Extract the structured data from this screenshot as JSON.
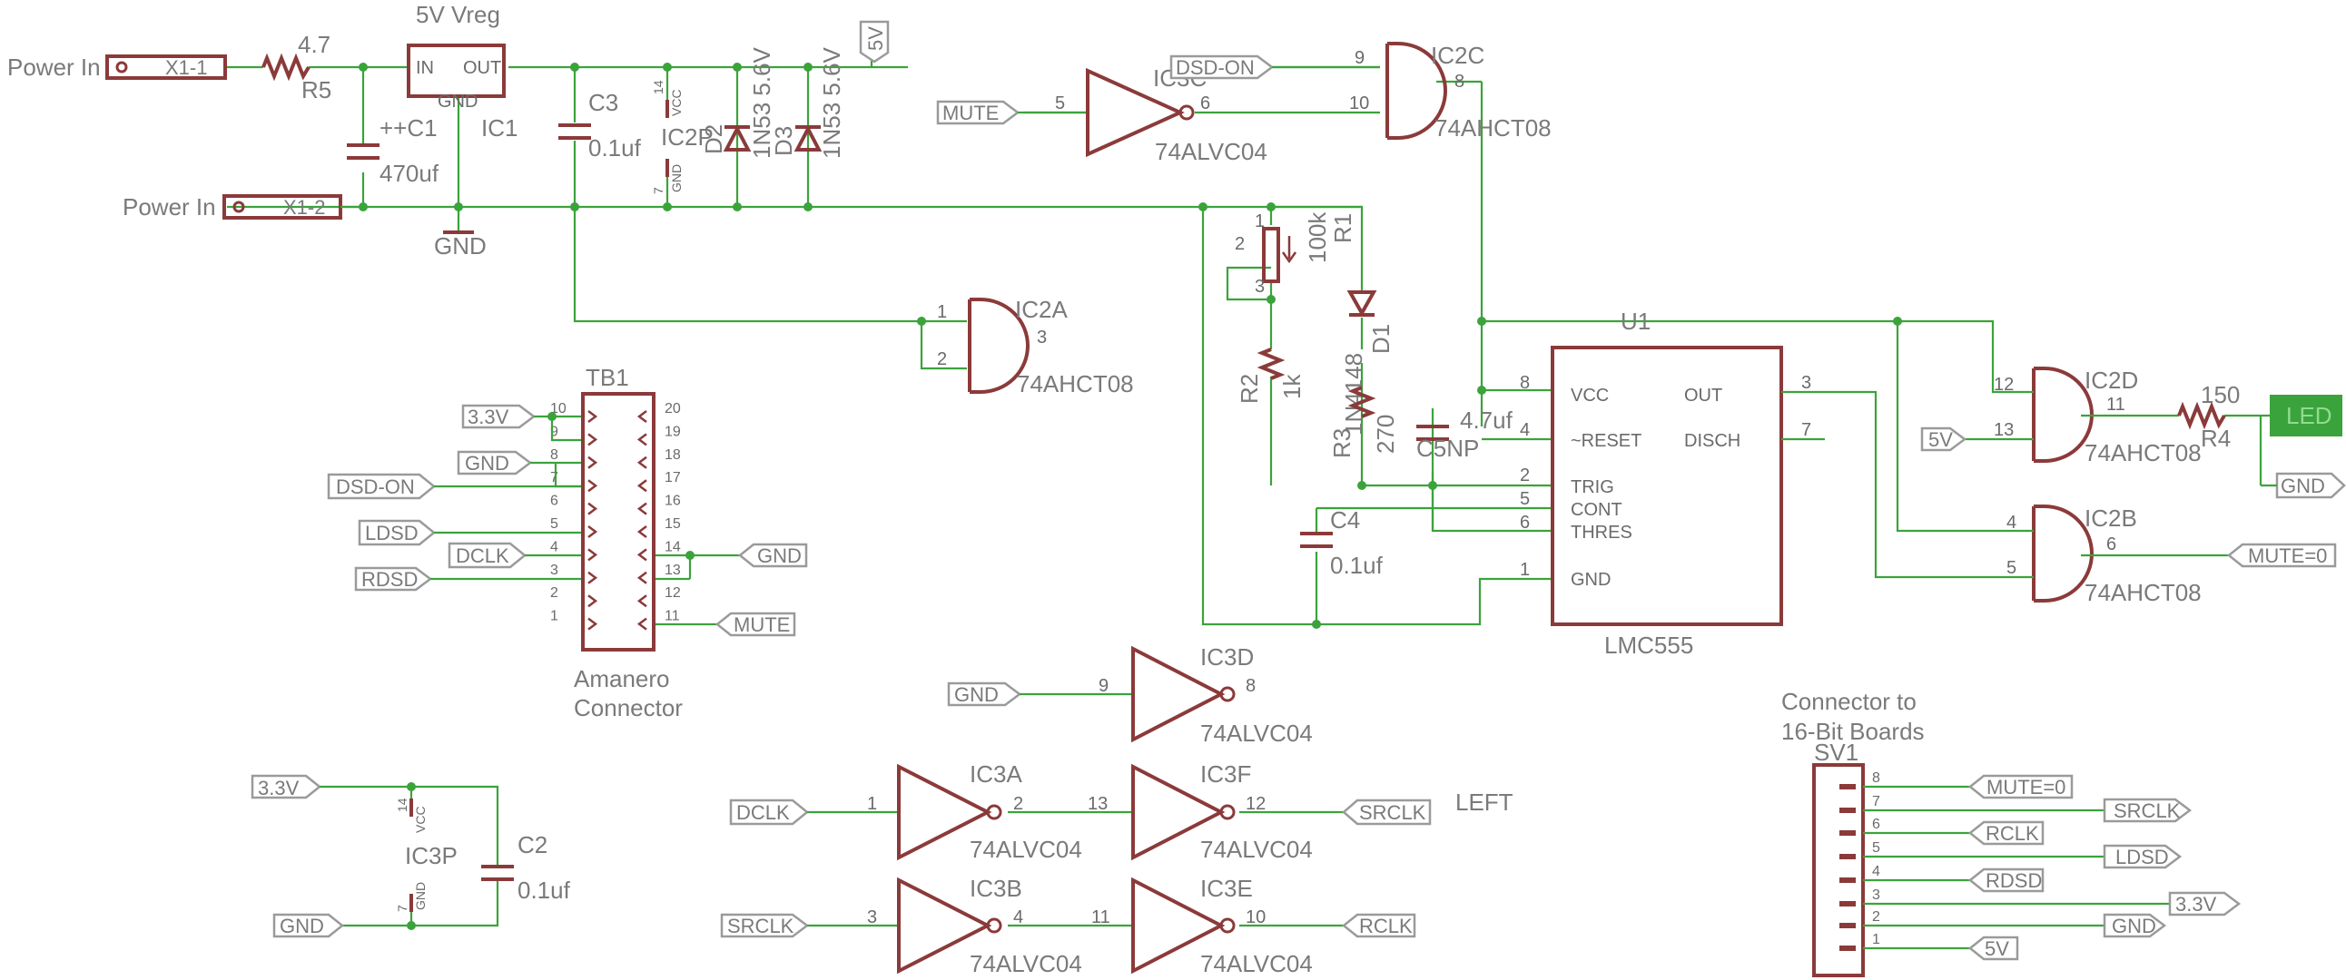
{
  "power": {
    "power_in": "Power In",
    "x1_1": "X1-1",
    "x1_2": "X1-2",
    "r5_name": "R5",
    "r5_value": "4.7",
    "c1_name": "++C1",
    "c1_value": "470uf",
    "vreg_title": "5V Vreg",
    "vreg_name": "IC1",
    "vreg_in": "IN",
    "vreg_out": "OUT",
    "vreg_gnd": "GND",
    "gnd": "GND",
    "c3_name": "C3",
    "c3_value": "0.1uf",
    "ic2p": "IC2P",
    "vcc": "VCC",
    "pin14": "14",
    "pin7": "7",
    "d2": "D2",
    "d3": "D3",
    "zener": "1N53 5.6V",
    "v5": "5V"
  },
  "gates": {
    "ic3c": "IC3C",
    "mute": "MUTE",
    "ic3c_in": "5",
    "ic3c_out": "6",
    "ic3c_part": "74ALVC04",
    "dsd_on": "DSD-ON",
    "ic2c": "IC2C",
    "ic2c_in1": "9",
    "ic2c_in2": "10",
    "ic2c_out": "8",
    "ic2c_part": "74AHCT08",
    "ic2a": "IC2A",
    "ic2a_in1": "1",
    "ic2a_in2": "2",
    "ic2a_out": "3",
    "ic2a_part": "74AHCT08"
  },
  "timer": {
    "r1_name": "R1",
    "r1_value": "100k",
    "r1_p1": "1",
    "r1_p2": "2",
    "r1_p3": "3",
    "d1_name": "D1",
    "d1_part": "1N4148",
    "r2_name": "R2",
    "r2_value": "1k",
    "r3_name": "R3",
    "r3_value": "270",
    "c5_name": "C5NP",
    "c5_value": "4.7uf",
    "c4_name": "C4",
    "c4_value": "0.1uf",
    "u1": "U1",
    "part": "LMC555",
    "vcc": "VCC",
    "reset": "~RESET",
    "trig": "TRIG",
    "cont": "CONT",
    "thres": "THRES",
    "gnd": "GND",
    "out": "OUT",
    "disch": "DISCH",
    "p8": "8",
    "p4": "4",
    "p2": "2",
    "p5": "5",
    "p6": "6",
    "p1": "1",
    "p3": "3",
    "p7": "7"
  },
  "output": {
    "ic2d": "IC2D",
    "ic2d_in1": "12",
    "ic2d_in2": "13",
    "ic2d_out": "11",
    "ic2d_part": "74AHCT08",
    "v5": "5V",
    "r4_name": "R4",
    "r4_value": "150",
    "led": "LED",
    "gnd": "GND",
    "ic2b": "IC2B",
    "ic2b_in1": "4",
    "ic2b_in2": "5",
    "ic2b_out": "6",
    "ic2b_part": "74AHCT08",
    "mute0": "MUTE=0"
  },
  "tb1": {
    "name": "TB1",
    "caption1": "Amanero",
    "caption2": "Connector",
    "left_pins": [
      "10",
      "9",
      "8",
      "7",
      "6",
      "5",
      "4",
      "3",
      "2",
      "1"
    ],
    "right_pins": [
      "20",
      "19",
      "18",
      "17",
      "16",
      "15",
      "14",
      "13",
      "12",
      "11"
    ],
    "l33": "3.3V",
    "lgnd": "GND",
    "ldsdon": "DSD-ON",
    "lldsd": "LDSD",
    "ldclk": "DCLK",
    "lrdsd": "RDSD",
    "rgnd": "GND",
    "rmute": "MUTE"
  },
  "ic3p": {
    "v33": "3.3V",
    "name": "IC3P",
    "vcc": "VCC",
    "gnd_pin": "GND",
    "pin14": "14",
    "pin7": "7",
    "gnd": "GND",
    "c2_name": "C2",
    "c2_value": "0.1uf"
  },
  "inverters": {
    "ic3d": "IC3D",
    "ic3d_in": "9",
    "ic3d_out": "8",
    "ic3d_src": "GND",
    "ic3a": "IC3A",
    "ic3a_in": "1",
    "ic3a_out": "2",
    "ic3f": "IC3F",
    "ic3f_in": "13",
    "ic3f_out": "12",
    "ic3b": "IC3B",
    "ic3b_in": "3",
    "ic3b_out": "4",
    "ic3e": "IC3E",
    "ic3e_in": "11",
    "ic3e_out": "10",
    "part": "74ALVC04",
    "dclk": "DCLK",
    "srclk_in": "SRCLK",
    "srclk_out": "SRCLK",
    "rclk_out": "RCLK",
    "left": "LEFT"
  },
  "sv1": {
    "title1": "Connector to",
    "title2": "16-Bit Boards",
    "name": "SV1",
    "pins": [
      "8",
      "7",
      "6",
      "5",
      "4",
      "3",
      "2",
      "1"
    ],
    "mute0": "MUTE=0",
    "srclk": "SRCLK",
    "rclk": "RCLK",
    "ldsd": "LDSD",
    "rdsd": "RDSD",
    "v33": "3.3V",
    "gnd": "GND",
    "v5": "5V"
  }
}
